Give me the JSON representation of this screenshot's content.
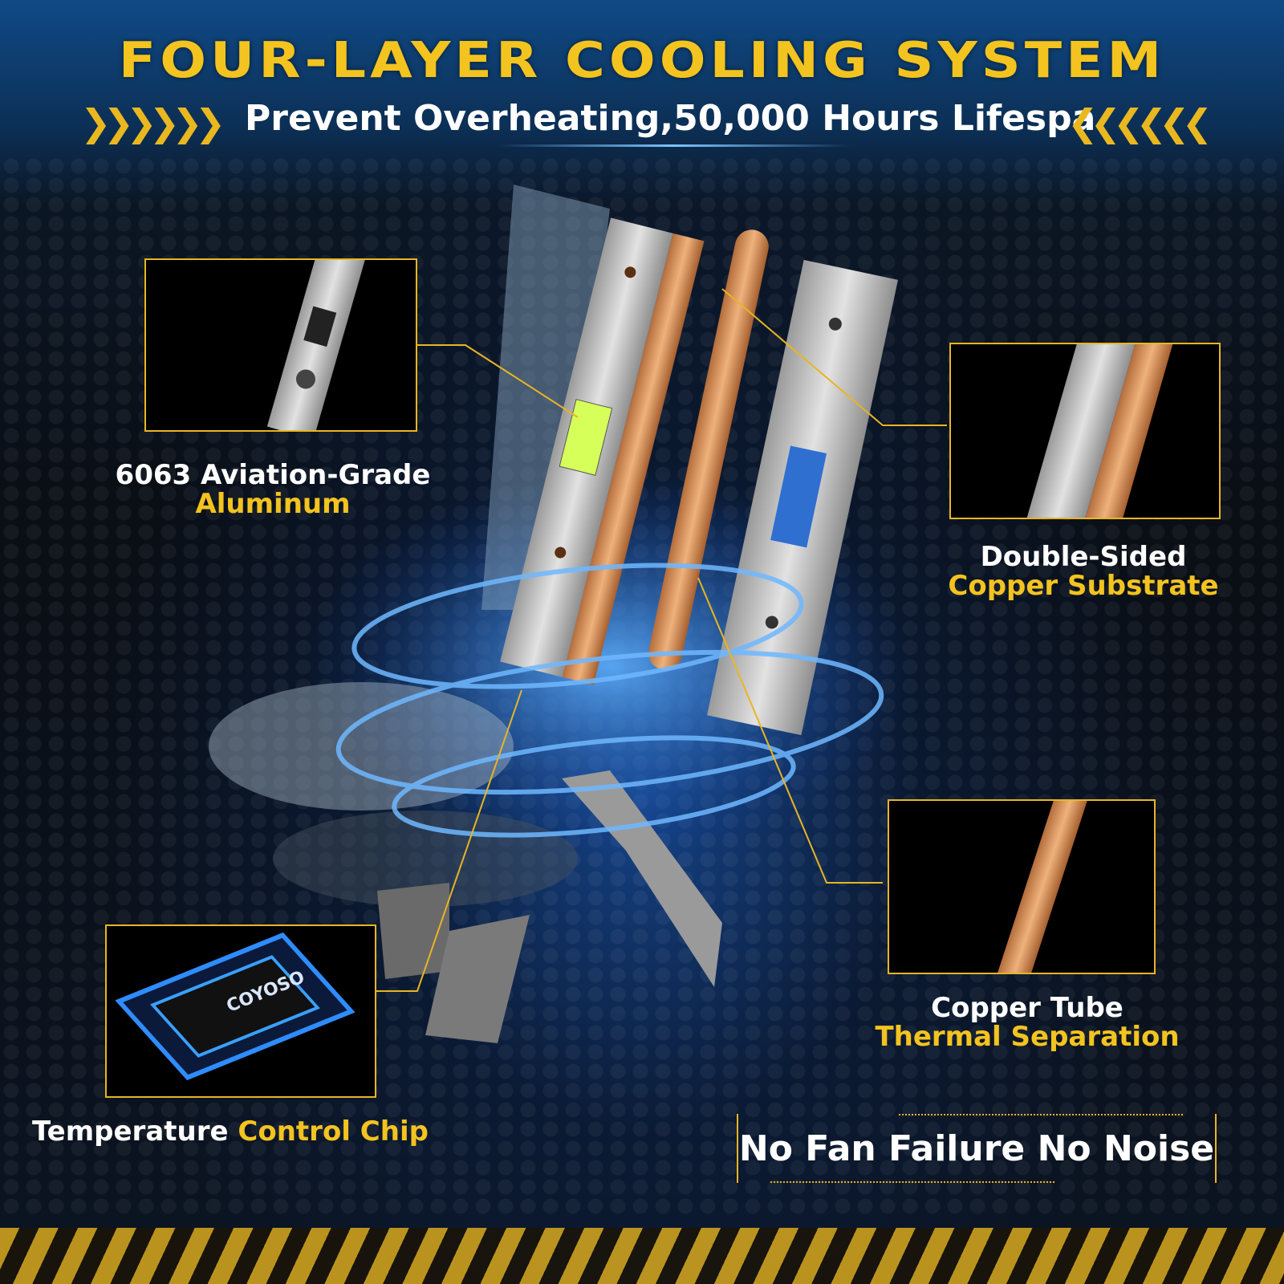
{
  "header": {
    "title": "FOUR-LAYER COOLING SYSTEM",
    "subtitle": "Prevent Overheating,50,000 Hours Lifespa",
    "chevrons_left": "❯❯❯❯❯❯",
    "chevrons_right": "❮❮❮❮❮❮"
  },
  "features": {
    "aluminum": {
      "line1": "6063  Aviation-Grade",
      "line2": "Aluminum"
    },
    "copper_substrate": {
      "line1": "Double-Sided",
      "line2": "Copper Substrate"
    },
    "copper_tube": {
      "line1": "Copper Tube",
      "line2": "Thermal Separation"
    },
    "chip": {
      "line1": "Temperature",
      "line2": "Control Chip",
      "chip_brand": "COYOSO"
    }
  },
  "badge": {
    "text": "No Fan Failure No Noise"
  },
  "colors": {
    "accent": "#f3c31f",
    "glow": "#2f8cff",
    "copper": "#d9935a",
    "aluminum": "#c9c9c9"
  }
}
